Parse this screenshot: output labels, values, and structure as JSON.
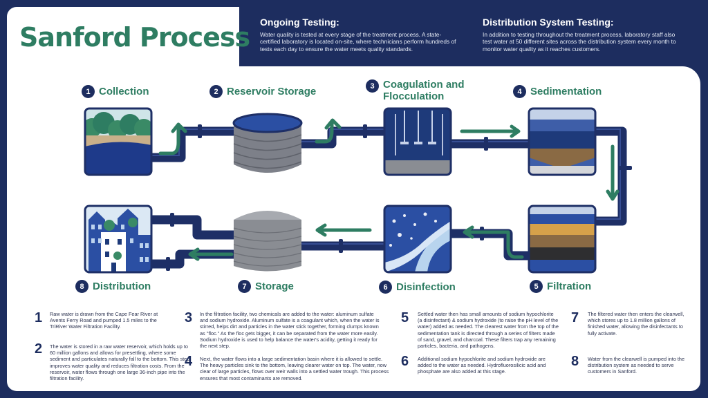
{
  "title": "Sanford Process",
  "ongoing": {
    "title": "Ongoing Testing:",
    "text": "Water quality is tested at every stage of the treatment process. A state-certified laboratory is located on-site, where technicians perform hundreds of tests each day to ensure the water meets quality standards."
  },
  "distribution_testing": {
    "title": "Distribution System Testing:",
    "text": "In addition to testing throughout the treatment process, laboratory staff also test water at 50 different sites across the distribution system every month to monitor water quality as it reaches customers."
  },
  "stages": [
    {
      "num": "1",
      "label": "Collection"
    },
    {
      "num": "2",
      "label": "Reservoir Storage"
    },
    {
      "num": "3",
      "label": "Coagulation and Flocculation"
    },
    {
      "num": "4",
      "label": "Sedimentation"
    },
    {
      "num": "5",
      "label": "Filtration"
    },
    {
      "num": "6",
      "label": "Disinfection"
    },
    {
      "num": "7",
      "label": "Storage"
    },
    {
      "num": "8",
      "label": "Distribution"
    }
  ],
  "steps": [
    {
      "num": "1",
      "text": "Raw water is drawn from the Cape Fear River at Avents Ferry Road and pumped 1.5 miles to the TriRiver Water Filtration Facility."
    },
    {
      "num": "2",
      "text": "The water is stored in a raw water reservoir, which holds up to 60 million gallons and allows for presettling, where some sediment and particulates naturally fall to the bottom. This step improves water quality and reduces filtration costs. From the reservoir, water flows through one large 36-inch pipe into the filtration facility."
    },
    {
      "num": "3",
      "text": "In the filtration facility, two chemicals are added to the water: aluminum sulfate and sodium hydroxide. Aluminum sulfate is a coagulant which, when the water is stirred, helps dirt and particles in the water stick together, forming clumps known as \"floc.\" As the floc gets bigger, it can be separated from the water more easily. Sodium hydroxide is used to help balance the water's acidity, getting it ready for the next step."
    },
    {
      "num": "4",
      "text": "Next, the water flows into a large sedimentation basin where it is allowed to settle. The heavy particles sink to the bottom, leaving clearer water on top. The water, now clear of large particles, flows over weir walls into a settled water trough. This process ensures that most contaminants are removed."
    },
    {
      "num": "5",
      "text": "Settled water then has small amounts of sodium hypochlorite (a disinfectant) & sodium hydroxide (to raise the pH level of the water) added as needed. The clearest water from the top of the sedimentation tank is directed through a series of filters made of sand, gravel, and charcoal. These filters trap any remaining particles, bacteria, and pathogens."
    },
    {
      "num": "6",
      "text": "Additional sodium hypochlorite and sodium hydroxide are added to the water as needed. Hydrofluorosilicic acid and phosphate are also added at this stage."
    },
    {
      "num": "7",
      "text": "The filtered water then enters the clearwell, which stores up to 1.8 million gallons of finished water, allowing the disinfectants to fully activate."
    },
    {
      "num": "8",
      "text": "Water from the clearwell is pumped into the distribution system as needed to serve customers in Sanford."
    }
  ],
  "colors": {
    "navy": "#1d2d5f",
    "green": "#2e7d62",
    "water": "#2b4fa3",
    "pipe": "#1e2f66"
  }
}
